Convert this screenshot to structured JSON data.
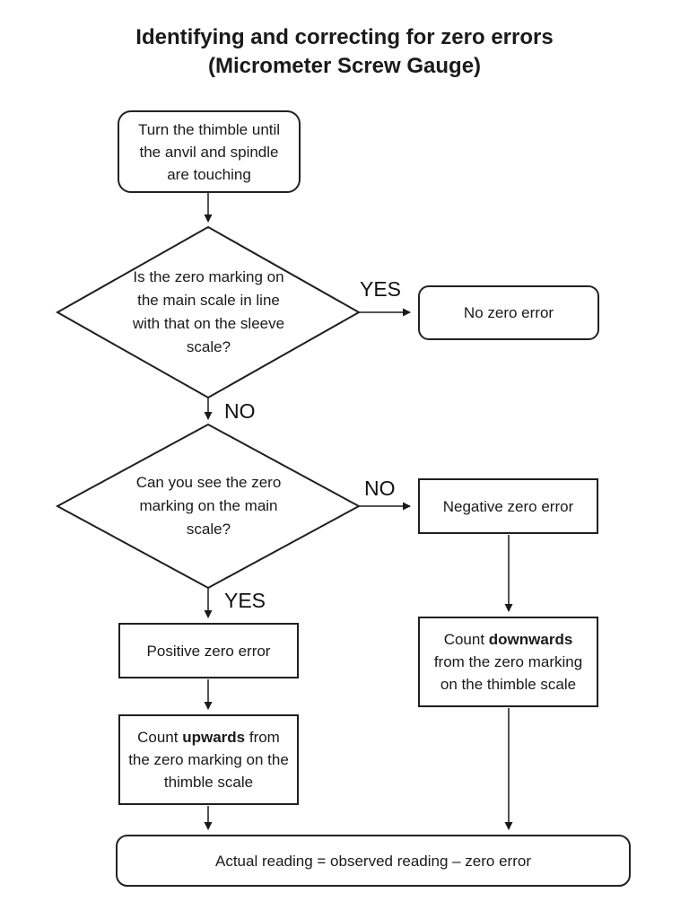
{
  "title": {
    "line1": "Identifying and correcting for zero errors",
    "line2": "(Micrometer Screw Gauge)"
  },
  "nodes": {
    "start": {
      "text": "Turn the thimble until the anvil and spindle are touching"
    },
    "decision_sleeve": {
      "text": "Is the zero marking on the main scale in line with that on the sleeve scale?"
    },
    "no_zero_error": {
      "text": "No zero error"
    },
    "decision_main": {
      "text": "Can you see the zero marking on the main scale?"
    },
    "negative_zero_error": {
      "text": "Negative zero error"
    },
    "positive_zero_error": {
      "text": "Positive zero error"
    },
    "count_upwards": {
      "prefix": "Count ",
      "bold": "upwards",
      "suffix": " from the zero marking on the thimble scale"
    },
    "count_downwards": {
      "prefix": "Count ",
      "bold": "downwards",
      "suffix": " from the zero marking on the thimble scale"
    },
    "final": {
      "text": "Actual reading = observed reading – zero error"
    }
  },
  "labels": {
    "yes_first": "YES",
    "no_first": "NO",
    "no_second": "NO",
    "yes_second": "YES"
  },
  "colors": {
    "stroke": "#1a1a1a",
    "text": "#1a1a1a",
    "background": "#ffffff"
  }
}
